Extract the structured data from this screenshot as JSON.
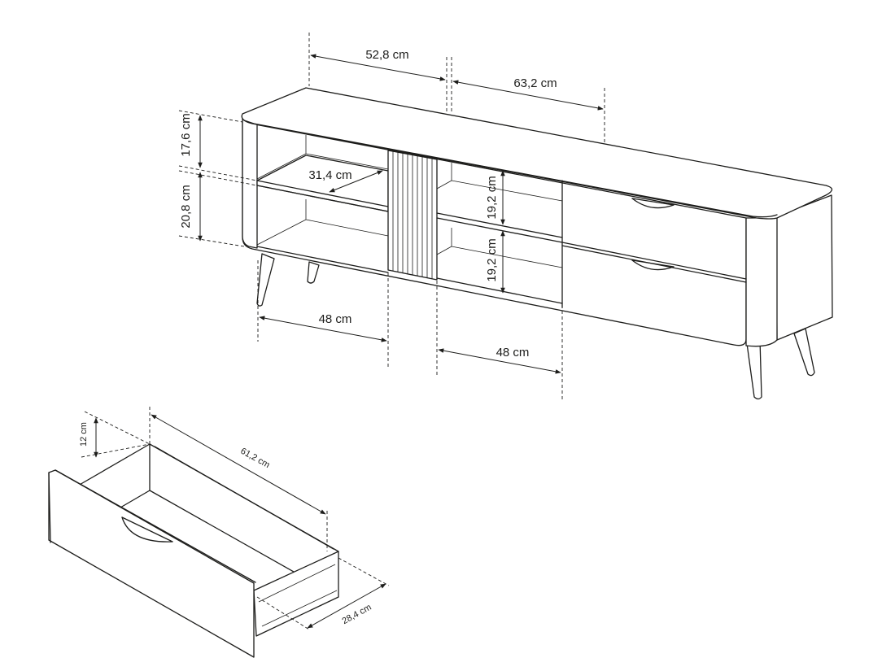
{
  "colors": {
    "line": "#1d1d1b",
    "background": "#ffffff",
    "slat": "#6e6e6e"
  },
  "cabinet": {
    "dims": {
      "top_left_width": "52,8 cm",
      "top_right_width": "63,2 cm",
      "upper_shelf_height": "17,6 cm",
      "lower_shelf_height": "20,8 cm",
      "shelf_depth": "31,4 cm",
      "middle_upper_height": "19,2 cm",
      "middle_lower_height": "19,2 cm",
      "bottom_left_width": "48 cm",
      "bottom_middle_width": "48 cm"
    }
  },
  "drawer": {
    "dims": {
      "height": "12 cm",
      "length": "61,2 cm",
      "depth": "28,4 cm"
    }
  }
}
